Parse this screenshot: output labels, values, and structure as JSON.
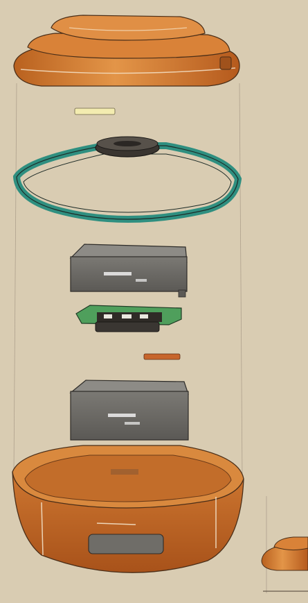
{
  "scene": {
    "background": "#d9ccb2",
    "parts": [
      {
        "name": "wooden-lid",
        "color": "#cf7a32"
      },
      {
        "name": "light-strip",
        "color": "#f3ecb0"
      },
      {
        "name": "center-disc",
        "color": "#3a3530"
      },
      {
        "name": "teal-band",
        "color": "#2f8f80"
      },
      {
        "name": "upper-gray-box",
        "color": "#6f6d68"
      },
      {
        "name": "circuit-board",
        "color": "#4f9f5c"
      },
      {
        "name": "orange-strip",
        "color": "#c7652c"
      },
      {
        "name": "lower-gray-box",
        "color": "#6f6d68"
      },
      {
        "name": "wooden-base",
        "color": "#cf7a32"
      }
    ]
  }
}
